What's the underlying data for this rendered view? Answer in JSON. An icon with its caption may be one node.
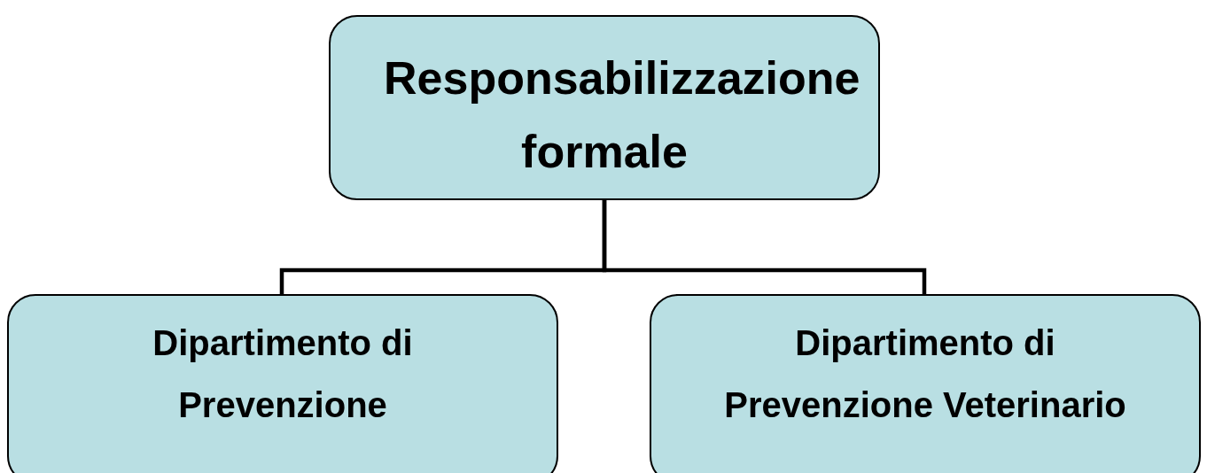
{
  "diagram": {
    "nodes": [
      {
        "text": [
          "Responsabilizzazione formale"
        ]
      },
      {
        "text": [
          "Dipartimento di Prevenzione"
        ]
      },
      {
        "text": [
          "Dipartimento di Prevenzione Veterinario"
        ]
      }
    ],
    "edges": [
      {
        "from": 0,
        "to": 1,
        "arrow": "none"
      },
      {
        "from": 0,
        "to": 2,
        "arrow": "none"
      }
    ]
  }
}
